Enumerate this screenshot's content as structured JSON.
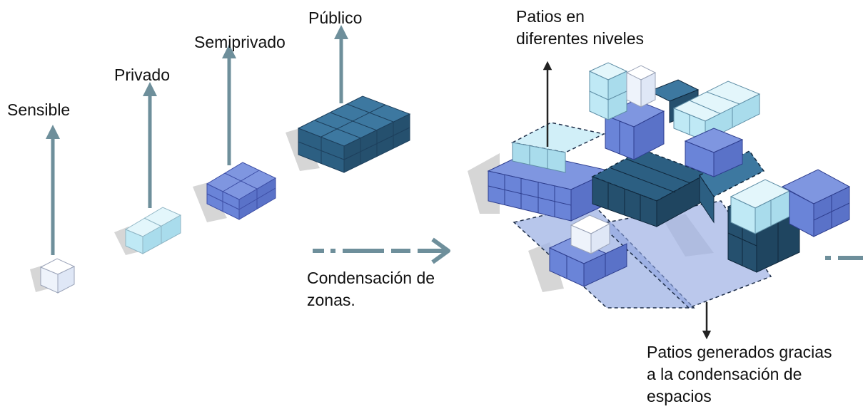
{
  "diagram": {
    "levels": [
      {
        "id": "sensible",
        "label": "Sensible",
        "color": "#eef3fb"
      },
      {
        "id": "privado",
        "label": "Privado",
        "color": "#bfe9f5"
      },
      {
        "id": "semiprivado",
        "label": "Semiprivado",
        "color": "#6a84d8"
      },
      {
        "id": "publico",
        "label": "Público",
        "color": "#2c5f82"
      }
    ],
    "transition_label": {
      "line1": "Condensación de",
      "line2": "zonas."
    },
    "annotations": {
      "patios_niveles": {
        "line1": "Patios en",
        "line2": "diferentes niveles"
      },
      "patios_generados": {
        "line1": "Patios generados gracias",
        "line2": "a la condensación de",
        "line3": "espacios"
      }
    },
    "colors": {
      "arrow": "#6e8f9b",
      "shadow": "#d6d6d6",
      "annotation_arrow": "#222222",
      "patio": "#9fb3e4"
    }
  }
}
